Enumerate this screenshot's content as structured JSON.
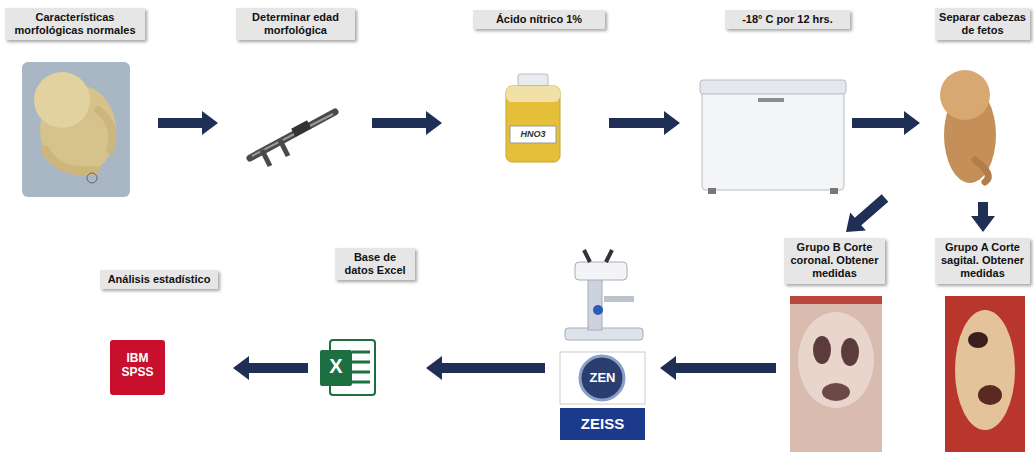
{
  "diagram": {
    "nodes": [
      {
        "text": [
          "Características morfológicas normales"
        ]
      },
      {
        "text": [
          "Determinar edad morfológica"
        ]
      },
      {
        "text": [
          "Ácido nítrico 1%"
        ]
      },
      {
        "text": [
          "-18° C por 12 hrs."
        ]
      },
      {
        "text": [
          "Separar cabezas de fetos"
        ]
      },
      {
        "text": [
          "Grupo A Corte sagital. Obtener medidas"
        ]
      },
      {
        "text": [
          "Grupo B Corte coronal. Obtener medidas"
        ]
      },
      {
        "text": [
          "ZEN",
          "ZEISS"
        ]
      },
      {
        "text": [
          "Base de datos Excel"
        ]
      },
      {
        "text": [
          "Análisis estadístico"
        ]
      }
    ],
    "edges": [
      {
        "from": 0,
        "to": 1,
        "arrow": "to"
      },
      {
        "from": 1,
        "to": 2,
        "arrow": "to"
      },
      {
        "from": 2,
        "to": 3,
        "arrow": "to"
      },
      {
        "from": 3,
        "to": 4,
        "arrow": "to"
      },
      {
        "from": 3,
        "to": 6,
        "arrow": "to"
      },
      {
        "from": 4,
        "to": 5,
        "arrow": "to"
      },
      {
        "from": 6,
        "to": 7,
        "arrow": "to"
      },
      {
        "from": 7,
        "to": 8,
        "arrow": "to"
      },
      {
        "from": 8,
        "to": 9,
        "arrow": "to"
      }
    ],
    "labels": [
      "HNO3",
      "X",
      "IBM SPSS"
    ]
  }
}
